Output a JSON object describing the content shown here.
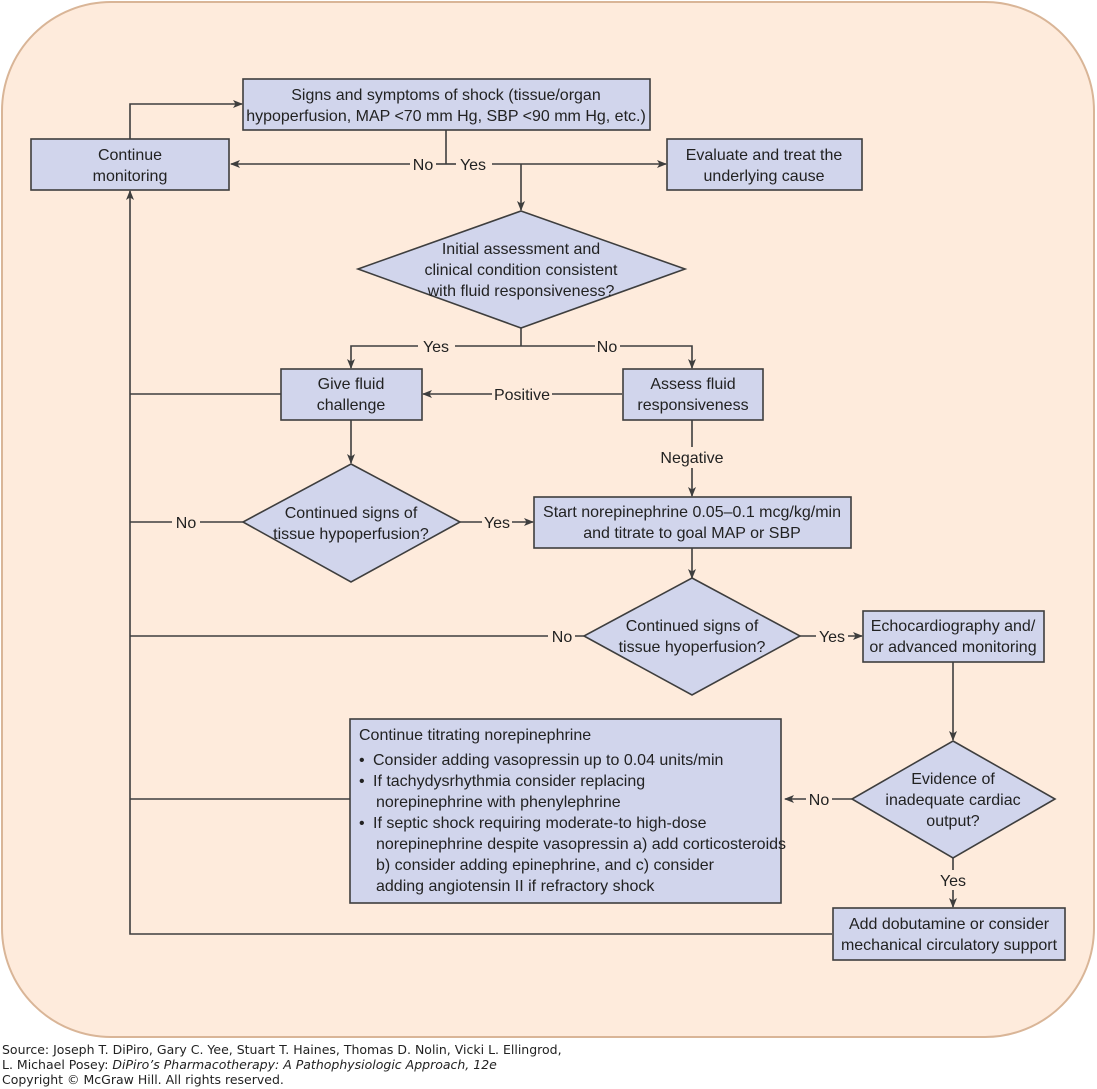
{
  "diagram": {
    "colors": {
      "background": "#feebdc",
      "border": "#d9b597",
      "node_fill": "#d1d5ec",
      "node_stroke": "#3e3e3e"
    },
    "nodes": {
      "signs": {
        "lines": [
          "Signs and symptoms of shock (tissue/organ",
          "hypoperfusion, MAP <70 mm Hg, SBP <90 mm Hg, etc.)"
        ]
      },
      "monitor": {
        "lines": [
          "Continue",
          "monitoring"
        ]
      },
      "evaluate": {
        "lines": [
          "Evaluate and treat the",
          "underlying cause"
        ]
      },
      "initial": {
        "lines": [
          "Initial assessment and",
          "clinical condition consistent",
          "with fluid responsiveness?"
        ]
      },
      "fluid": {
        "lines": [
          "Give fluid",
          "challenge"
        ]
      },
      "assess": {
        "lines": [
          "Assess fluid",
          "responsiveness"
        ]
      },
      "cont1": {
        "lines": [
          "Continued signs of",
          "tissue hypoperfusion?"
        ]
      },
      "norepi": {
        "lines": [
          "Start norepinephrine 0.05–0.1 mcg/kg/min",
          "and titrate to goal MAP or SBP"
        ]
      },
      "cont2": {
        "lines": [
          "Continued signs of",
          "tissue hyoperfusion?"
        ]
      },
      "echo": {
        "lines": [
          "Echocardiography and/",
          "or advanced monitoring"
        ]
      },
      "titrate": {
        "title": "Continue titrating norepinephrine",
        "bullets": [
          [
            "Consider adding vasopressin up to 0.04 units/min"
          ],
          [
            "If tachydysrhythmia consider replacing",
            "norepinephrine with phenylephrine"
          ],
          [
            "If septic shock requiring moderate-to high-dose",
            "norepinephrine despite vasopressin a) add corticosteroids",
            "b) consider adding epinephrine, and c) consider",
            "adding angiotensin II if refractory shock"
          ]
        ]
      },
      "cardiac": {
        "lines": [
          "Evidence of",
          "inadequate cardiac",
          "output?"
        ]
      },
      "dobutamine": {
        "lines": [
          "Add dobutamine or consider",
          "mechanical circulatory support"
        ]
      }
    },
    "edge_labels": {
      "signs_no": "No",
      "signs_yes": "Yes",
      "initial_yes": "Yes",
      "initial_no": "No",
      "positive": "Positive",
      "negative": "Negative",
      "cont1_no": "No",
      "cont1_yes": "Yes",
      "cont2_no": "No",
      "cont2_yes": "Yes",
      "cardiac_no": "No",
      "cardiac_yes": "Yes"
    }
  },
  "caption": {
    "line1": "Source: Joseph T. DiPiro, Gary C. Yee, Stuart T. Haines, Thomas D. Nolin, Vicki L. Ellingrod,",
    "line2_prefix": "L. Michael Posey: ",
    "line2_title": "DiPiro’s Pharmacotherapy: A Pathophysiologic Approach, 12e",
    "line3": "Copyright © McGraw Hill. All rights reserved."
  }
}
